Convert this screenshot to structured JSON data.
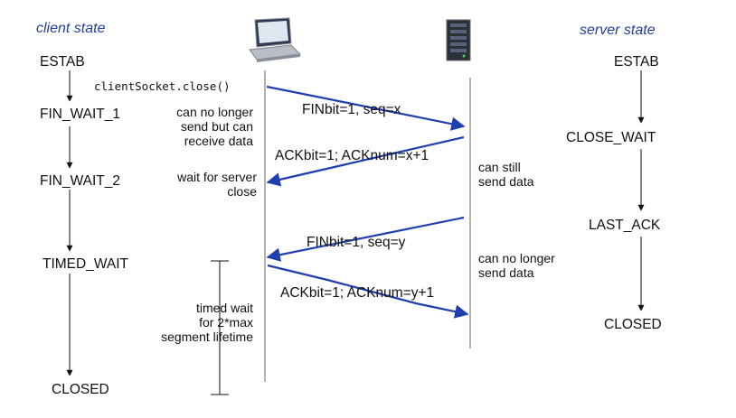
{
  "colors": {
    "accent": "#1f3fb0",
    "header": "#1f3f9f",
    "line": "#111111"
  },
  "headers": {
    "client": "client state",
    "server": "server state"
  },
  "icons": {
    "client": "laptop-icon",
    "server": "server-tower-icon"
  },
  "client_states": [
    "ESTAB",
    "FIN_WAIT_1",
    "FIN_WAIT_2",
    "TIMED_WAIT",
    "CLOSED"
  ],
  "server_states": [
    "ESTAB",
    "CLOSE_WAIT",
    "LAST_ACK",
    "CLOSED"
  ],
  "call": "clientSocket.close()",
  "messages": {
    "fin_client": "FINbit=1, seq=x",
    "ack_server": "ACKbit=1; ACKnum=x+1",
    "fin_server": "FINbit=1, seq=y",
    "ack_client": "ACKbit=1; ACKnum=y+1"
  },
  "notes": {
    "client_1": [
      "can no longer",
      "send but can",
      "receive data"
    ],
    "client_2": [
      "wait for server",
      "close"
    ],
    "server_1": [
      "can still",
      "send data"
    ],
    "server_2": [
      "can no longer",
      "send data"
    ],
    "timed_wait": [
      "timed wait",
      "for 2*max",
      "segment lifetime"
    ]
  }
}
